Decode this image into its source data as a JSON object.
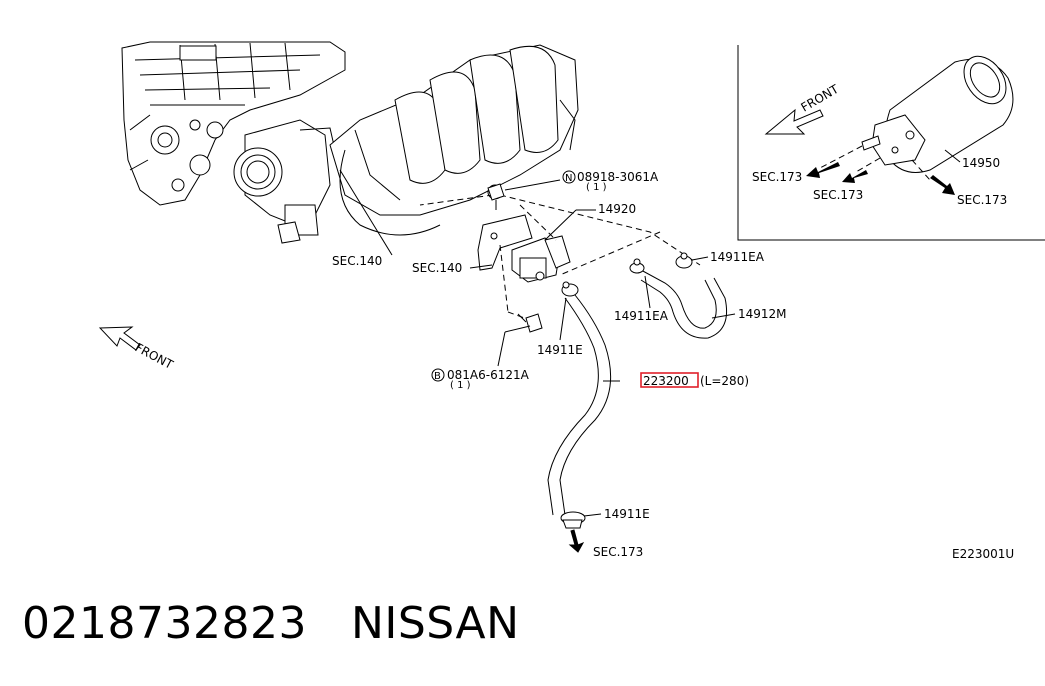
{
  "diagram": {
    "labels": {
      "sec140_a": "SEC.140",
      "sec140_b": "SEC.140",
      "bolt_n": "08918-3061A",
      "bolt_n_qty": "( 1 )",
      "bolt_n_circle": "N",
      "bolt_b": "081A6-6121A",
      "bolt_b_qty": "( 1 )",
      "bolt_b_circle": "B",
      "p14920": "14920",
      "p14911ea_a": "14911EA",
      "p14911ea_b": "14911EA",
      "p14912m": "14912M",
      "p14911e_a": "14911E",
      "p14911e_b": "14911E",
      "hose_code": "223200",
      "hose_len": "(L=280)",
      "sec173_bottom": "SEC.173",
      "front_main": "FRONT",
      "inset_front": "FRONT",
      "inset_sec173_a": "SEC.173",
      "inset_sec173_b": "SEC.173",
      "inset_sec173_c": "SEC.173",
      "p14950": "14950",
      "figure_code": "E223001U"
    },
    "highlight_color": "#e0202a"
  },
  "footer": {
    "part_number": "0218732823",
    "brand": "NISSAN"
  }
}
